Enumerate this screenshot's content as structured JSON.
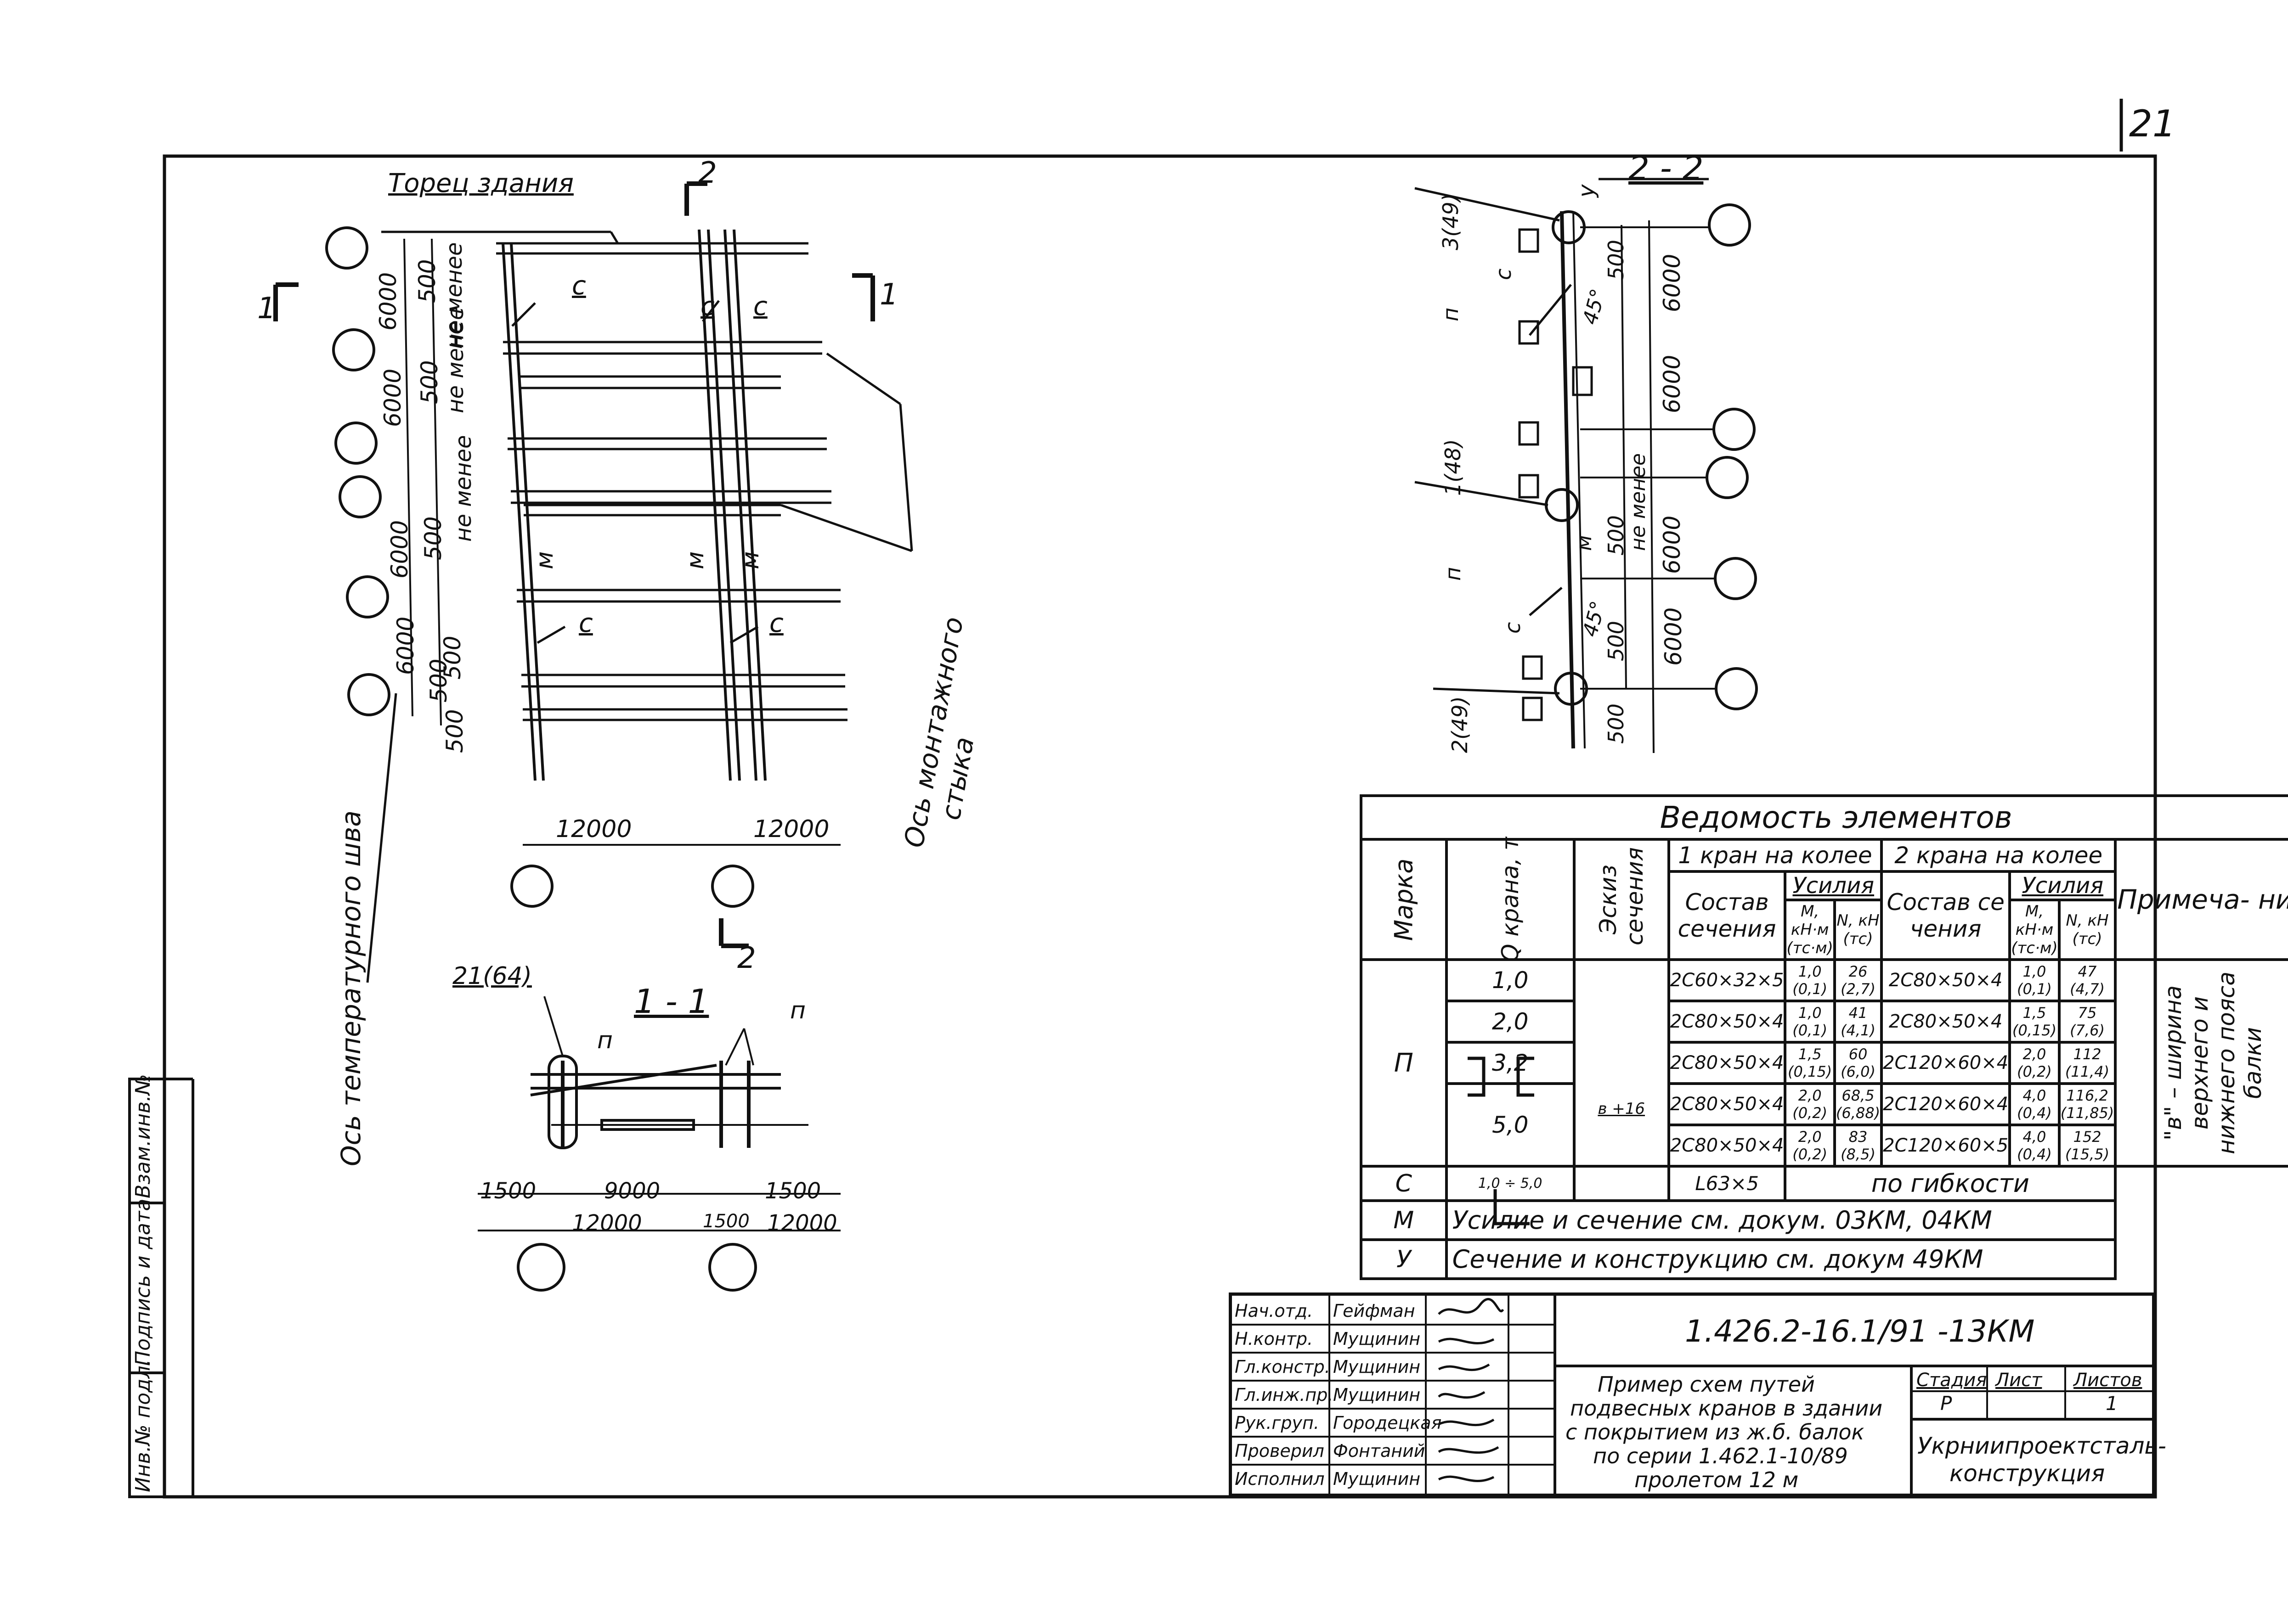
{
  "sheet": {
    "page_number": "21"
  },
  "plan": {
    "end_label": "Торец здания",
    "section_mark_2_top": "2",
    "section_mark_2_bottom": "2",
    "section_mark_1_left": "1",
    "section_mark_1_right": "1",
    "dims_6000": "6000",
    "dims_500": "500",
    "not_less": "не менее",
    "dims_12000": "12000",
    "mark_c": "с",
    "mark_m": "м",
    "axis_temp_joint": "Ось температурного шва",
    "axis_mount_joint": "Ось монтажного стыка"
  },
  "section11": {
    "title": "1 - 1",
    "mark_21_64": "21(64)",
    "mark_p": "п",
    "dim_1500": "1500",
    "dim_9000": "9000",
    "dim_12000": "12000"
  },
  "section22": {
    "title": "2 - 2",
    "mark_3_49": "3(49)",
    "mark_1_48": "1(48)",
    "mark_2_49": "2(49)",
    "mark_y": "у",
    "mark_c": "с",
    "mark_p": "п",
    "mark_m": "м",
    "angle_45": "45°",
    "dim_500": "500",
    "dim_6000": "6000",
    "not_less": "не менее"
  },
  "schedule": {
    "title": "Ведомость элементов",
    "col_mark": "Марка",
    "col_q": "Q крана, т",
    "col_sketch": "Эскиз сечения",
    "group_1": "1 кран на колее",
    "group_2": "2 крана на колее",
    "col_section": "Состав сечения",
    "col_section_2": "Состав се чения",
    "col_force": "Усилия",
    "col_m": "М, кН·м (тс·м)",
    "col_n": "N, кН (тс)",
    "col_note": "Примеча- ние",
    "mark_p": "П",
    "mark_c": "С",
    "mark_m": "М",
    "mark_y": "У",
    "sketch_label": "в +16",
    "rows": [
      {
        "q": "1,0",
        "s1": "2С60×32×5",
        "m1": "1,0 (0,1)",
        "n1": "26 (2,7)",
        "s2": "2С80×50×4",
        "m2": "1,0 (0,1)",
        "n2": "47 (4,7)"
      },
      {
        "q": "2,0",
        "s1": "2С80×50×4",
        "m1": "1,0 (0,1)",
        "n1": "41 (4,1)",
        "s2": "2С80×50×4",
        "m2": "1,5 (0,15)",
        "n2": "75 (7,6)"
      },
      {
        "q": "3,2",
        "s1": "2С80×50×4",
        "m1": "1,5 (0,15)",
        "n1": "60 (6,0)",
        "s2": "2С120×60×4",
        "m2": "2,0 (0,2)",
        "n2": "112 (11,4)"
      },
      {
        "q": "",
        "s1": "2С80×50×4",
        "m1": "2,0 (0,2)",
        "n1": "68,5 (6,88)",
        "s2": "2С120×60×4",
        "m2": "4,0 (0,4)",
        "n2": "116,2 (11,85)"
      },
      {
        "q": "",
        "s1": "2С80×50×4",
        "m1": "2,0 (0,2)",
        "n1": "83 (8,5)",
        "s2": "2С120×60×5",
        "m2": "4,0 (0,4)",
        "n2": "152 (15,5)"
      }
    ],
    "q_5": "5,0",
    "c_q": "1,0 ÷ 5,0",
    "c_section": "L63×5",
    "c_by": "по гибкости",
    "m_text": "Усилие и сечение см. докум. 03КМ, 04КМ",
    "y_text": "Сечение и конструкцию см. докум 49КМ",
    "note_text": "\"в\" – ширина верхнего и нижнего пояса балки"
  },
  "title_block": {
    "doc_code": "1.426.2-16.1/91 -13КМ",
    "description": [
      "Пример схем путей",
      "подвесных кранов в здании",
      "с покрытием из ж.б. балок",
      "по серии 1.462.1-10/89",
      "пролетом 12 м"
    ],
    "stage_label": "Стадия",
    "sheet_label": "Лист",
    "sheets_label": "Листов",
    "stage": "Р",
    "sheets": "1",
    "org": [
      "Укрниипроектсталь-",
      "конструкция"
    ],
    "roles": [
      {
        "role": "Нач.отд.",
        "name": "Гейфман"
      },
      {
        "role": "Н.контр.",
        "name": "Мущинин"
      },
      {
        "role": "Гл.констр.",
        "name": "Мущинин"
      },
      {
        "role": "Гл.инж.пр.",
        "name": "Мущинин"
      },
      {
        "role": "Рук.груп.",
        "name": "Городецкая"
      },
      {
        "role": "Проверил",
        "name": "Фонтаний"
      },
      {
        "role": "Исполнил",
        "name": "Мущинин"
      }
    ]
  },
  "side_stamp": {
    "inv_podl": "Инв.№ подл.",
    "podpis": "Подпись и дата",
    "vzam": "Взам.инв.№"
  }
}
